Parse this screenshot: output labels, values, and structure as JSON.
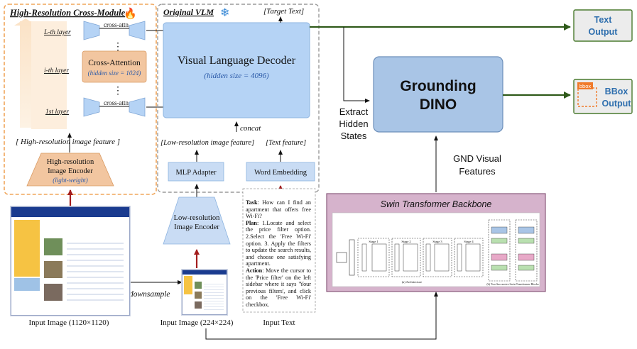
{
  "hires": {
    "title": "High-Resolution Cross-Module",
    "layers": [
      "L-th layer",
      "i-th layer",
      "1st layer"
    ],
    "cross_attn_label": "cross-attn",
    "cross_attention_title": "Cross-Attention",
    "cross_attention_sub": "(hidden size = 1024)",
    "feature_label": "[ High-resolution image feature ]",
    "encoder_line1": "High-resolution",
    "encoder_line2": "Image Encoder",
    "encoder_sub": "(light-weight)",
    "dots": "⋮"
  },
  "vlm": {
    "title": "Original VLM",
    "target_text": "[Target Text]",
    "decoder_title": "Visual Language Decoder",
    "decoder_sub": "(hidden size = 4096)",
    "concat": "concat",
    "lowres_feature": "[Low-resolution image feature]",
    "text_feature": "[Text feature]",
    "mlp_adapter": "MLP Adapter",
    "word_embedding": "Word Embedding",
    "lowres_encoder_line1": "Low-resolution",
    "lowres_encoder_line2": "Image Encoder"
  },
  "task": {
    "task_label": "Task",
    "task_text": ": How can I find an apartment that offers free Wi-Fi?",
    "plan_label": "Plan",
    "plan_text": ": 1.Locate and select the price filter option. 2.Select the 'Free Wi-Fi' option. 3. Apply the filters to update the search results, and choose one satisfying apartment.",
    "action_label": "Action",
    "action_text": ": Move the cursor to the 'Price filter' on the left sidebar where it says 'Your previous filters', and click on the 'Free Wi-Fi' checkbox."
  },
  "captions": {
    "input_image_large": "Input Image (1120×1120)",
    "downsample": "downsample",
    "input_image_small": "Input Image (224×224)",
    "input_text": "Input Text"
  },
  "right": {
    "extract_line1": "Extract",
    "extract_line2": "Hidden",
    "extract_line3": "States",
    "grounding_line1": "Grounding",
    "grounding_line2": "DINO",
    "gnd_line1": "GND Visual",
    "gnd_line2": "Features",
    "text_output_line1": "Text",
    "text_output_line2": "Output",
    "bbox_tag": "bbox",
    "bbox_output_line1": "BBox",
    "bbox_output_line2": "Output",
    "swin_title": "Swin Transformer Backbone",
    "swin_caption_a": "(a) Architecture",
    "swin_caption_b": "(b) Two Successive Swin Transformer Blocks",
    "swin_stages": [
      "Stage 1",
      "Stage 2",
      "Stage 3",
      "Stage 4"
    ],
    "swin_block": "Swin Transformer Block"
  },
  "colors": {
    "hires_border": "#f0a55a",
    "vlm_border": "#9a9a9a",
    "decoder_fill": "#b5d3f5",
    "blue_box": "#c9dcf4",
    "encoder_fill": "#f2c6a0",
    "dino_fill": "#a9c5e6",
    "output_border": "#4a7a2e",
    "arrow_dark": "#2f5a1a",
    "arrow_red": "#a31d1d",
    "swin_fill": "#d6b3cc",
    "bbox_orange": "#f07a2a"
  }
}
